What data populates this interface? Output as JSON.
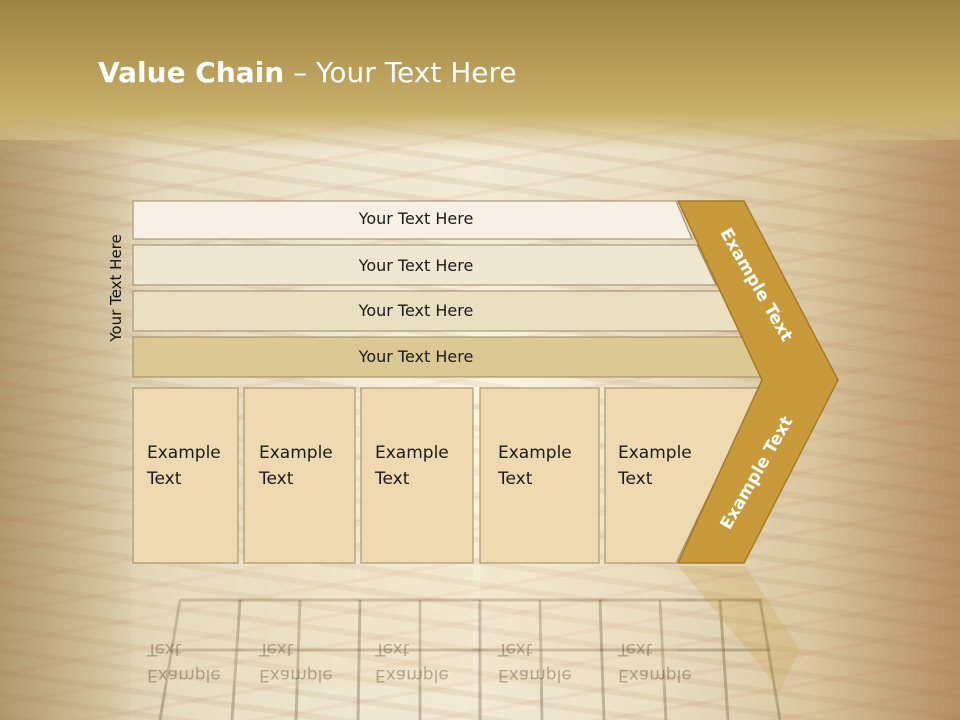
{
  "title": {
    "bold": "Value Chain",
    "rest": " – Your Text Here"
  },
  "side_label": "Your Text Here",
  "rows": [
    {
      "label": "Your Text Here"
    },
    {
      "label": "Your Text Here"
    },
    {
      "label": "Your Text Here"
    },
    {
      "label": "Your Text Here"
    }
  ],
  "columns": [
    {
      "line1": "Example",
      "line2": "Text"
    },
    {
      "line1": "Example",
      "line2": "Text"
    },
    {
      "line1": "Example",
      "line2": "Text"
    },
    {
      "line1": "Example",
      "line2": "Text"
    },
    {
      "line1": "Example",
      "line2": "Text"
    }
  ],
  "arrow": {
    "upper": "Example Text",
    "lower": "Example Text"
  },
  "colors": {
    "title_band": "#b59a55",
    "row_fills": [
      "#f6f1e4",
      "#f0e7d2",
      "#ebdfc1",
      "#dcc892"
    ],
    "column_fill": "#efd9b0",
    "arrow_fill": "#c99a3a",
    "border": "#8c7a55"
  }
}
